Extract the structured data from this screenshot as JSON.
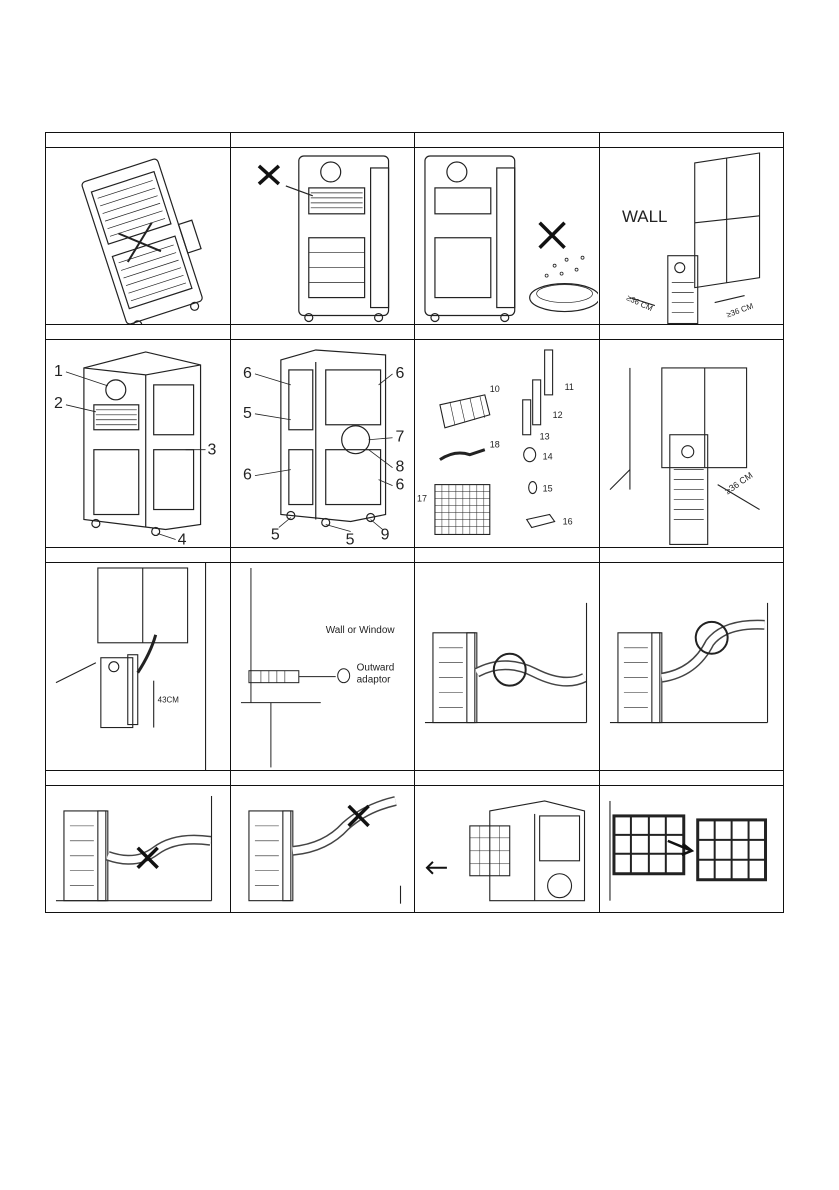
{
  "figure_labels": {
    "wall": "WALL",
    "clearance_36cm": "≥36 CM",
    "wall_or_window": "Wall or Window",
    "outward": "Outward",
    "adaptor": "adaptor",
    "height_43cm": "43CM",
    "callout_numbers": [
      "1",
      "2",
      "3",
      "4",
      "5",
      "6",
      "7",
      "8",
      "9"
    ],
    "accessory_numbers": [
      "10",
      "11",
      "12",
      "13",
      "14",
      "15",
      "16",
      "17",
      "18"
    ]
  },
  "colors": {
    "line": "#1a1a1a",
    "background": "#ffffff",
    "grid_border": "#111111"
  }
}
